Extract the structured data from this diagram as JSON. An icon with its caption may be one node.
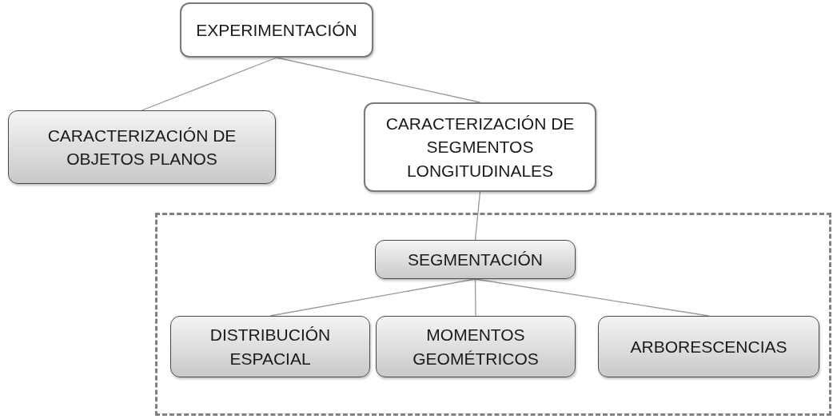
{
  "diagram": {
    "nodes": [
      {
        "text": [
          "EXPERIMENTACIÓN"
        ]
      },
      {
        "text": [
          "CARACTERIZACIÓN DE OBJETOS PLANOS"
        ]
      },
      {
        "text": [
          "CARACTERIZACIÓN DE SEGMENTOS LONGITUDINALES"
        ]
      },
      {
        "text": [],
        "shape": "box"
      },
      {
        "text": [
          "SEGMENTACIÓN"
        ],
        "in": 3
      },
      {
        "text": [
          "DISTRIBUCIÓN ESPACIAL"
        ],
        "in": 3
      },
      {
        "text": [
          "MOMENTOS GEOMÉTRICOS"
        ],
        "in": 3
      },
      {
        "text": [
          "ARBORESCENCIAS"
        ],
        "in": 3
      }
    ],
    "edges": [
      {
        "from": 0,
        "to": 1,
        "arrow": "none"
      },
      {
        "from": 0,
        "to": 2,
        "arrow": "none"
      },
      {
        "from": 2,
        "to": 4,
        "arrow": "none"
      },
      {
        "from": 4,
        "to": 5,
        "arrow": "none"
      },
      {
        "from": 4,
        "to": 6,
        "arrow": "none"
      },
      {
        "from": 4,
        "to": 7,
        "arrow": "none"
      }
    ]
  }
}
